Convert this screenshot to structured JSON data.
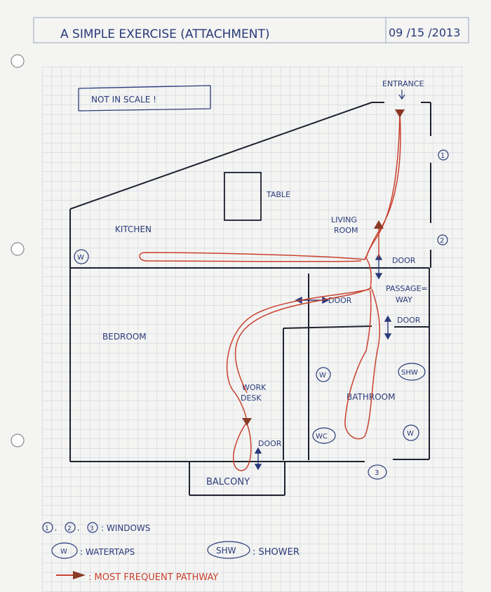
{
  "header": {
    "title": "A SIMPLE EXERCISE (ATTACHMENT)",
    "date": "09 /15 /2013"
  },
  "note": "NOT IN SCALE !",
  "rooms": {
    "entrance": "ENTRANCE",
    "table": "TABLE",
    "kitchen": "KITCHEN",
    "living_room_line1": "LIVING",
    "living_room_line2": "ROOM",
    "bedroom": "BEDROOM",
    "passage_line1": "PASSAGE=",
    "passage_line2": "WAY",
    "work_desk_line1": "WORK",
    "work_desk_line2": "DESK",
    "bathroom": "BATHROOM",
    "balcony": "BALCONY"
  },
  "doors": {
    "door_living": "DOOR",
    "door_bedroom": "DOOR",
    "door_bathroom": "DOOR",
    "door_balcony": "DOOR"
  },
  "markers": {
    "window_1": "1",
    "window_2": "2",
    "window_3": "3",
    "water_kitchen": "W",
    "water_bath_left": "W",
    "water_bath_right": "W",
    "wc": "WC",
    "shower": "SHW"
  },
  "legend": {
    "windows_nums": [
      "1",
      "2",
      "3"
    ],
    "windows_text": ": WINDOWS",
    "water_symbol": "W",
    "water_text": ": WATERTAPS",
    "shower_symbol": "SHW",
    "shower_text": ": SHOWER",
    "pathway_text": ": MOST FREQUENT PATHWAY"
  },
  "colors": {
    "paper": "#f4f4f2",
    "grid": "#b4bfd4",
    "ink": "#2a3a7a",
    "wall": "#1e2230",
    "path": "#c8412f",
    "arrow": "#2a3a7a"
  }
}
